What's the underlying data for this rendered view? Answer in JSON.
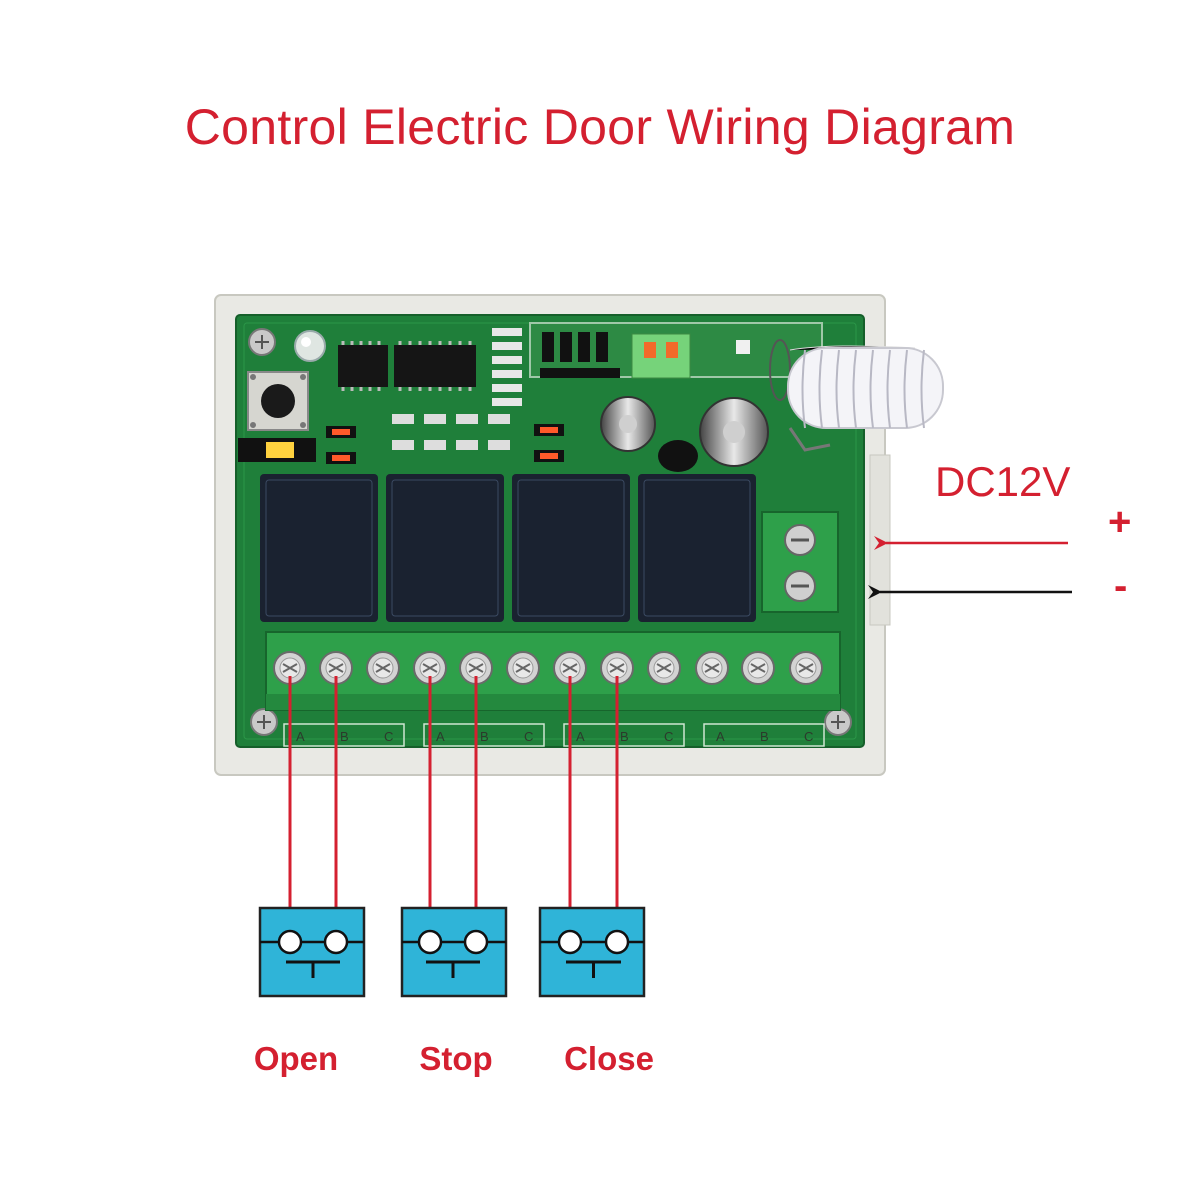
{
  "title": "Control Electric Door Wiring Diagram",
  "power": {
    "label": "DC12V",
    "positive": "+",
    "negative": "-"
  },
  "terminal_letters": [
    "A",
    "B",
    "C"
  ],
  "buttons": [
    {
      "label": "Open"
    },
    {
      "label": "Stop"
    },
    {
      "label": "Close"
    }
  ],
  "colors": {
    "title": "#d42030",
    "wire": "#d42030",
    "pcb": "#1f7f3a",
    "button_box": "#2fb4d8",
    "arrow_positive": "#d42030",
    "arrow_negative": "#111111"
  }
}
